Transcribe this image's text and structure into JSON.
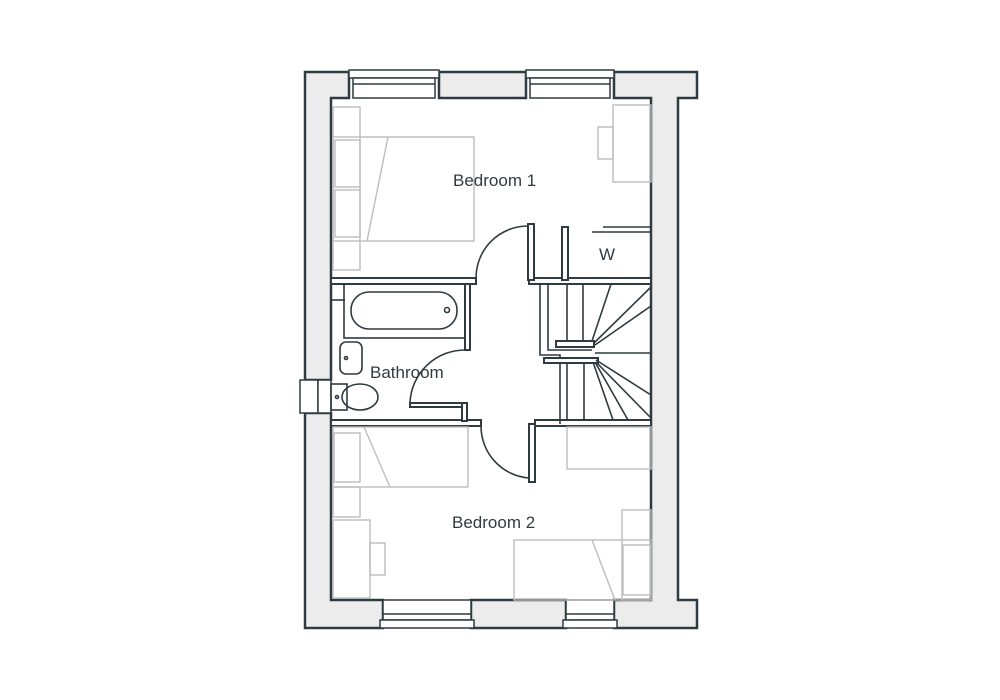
{
  "rooms": {
    "bedroom1": "Bedroom 1",
    "wardrobe": "W",
    "bathroom": "Bathroom",
    "bedroom2": "Bedroom 2"
  },
  "colors": {
    "wall_line": "#2f3b40",
    "wall_fill": "#ececec",
    "furniture": "#bdbdbd"
  }
}
